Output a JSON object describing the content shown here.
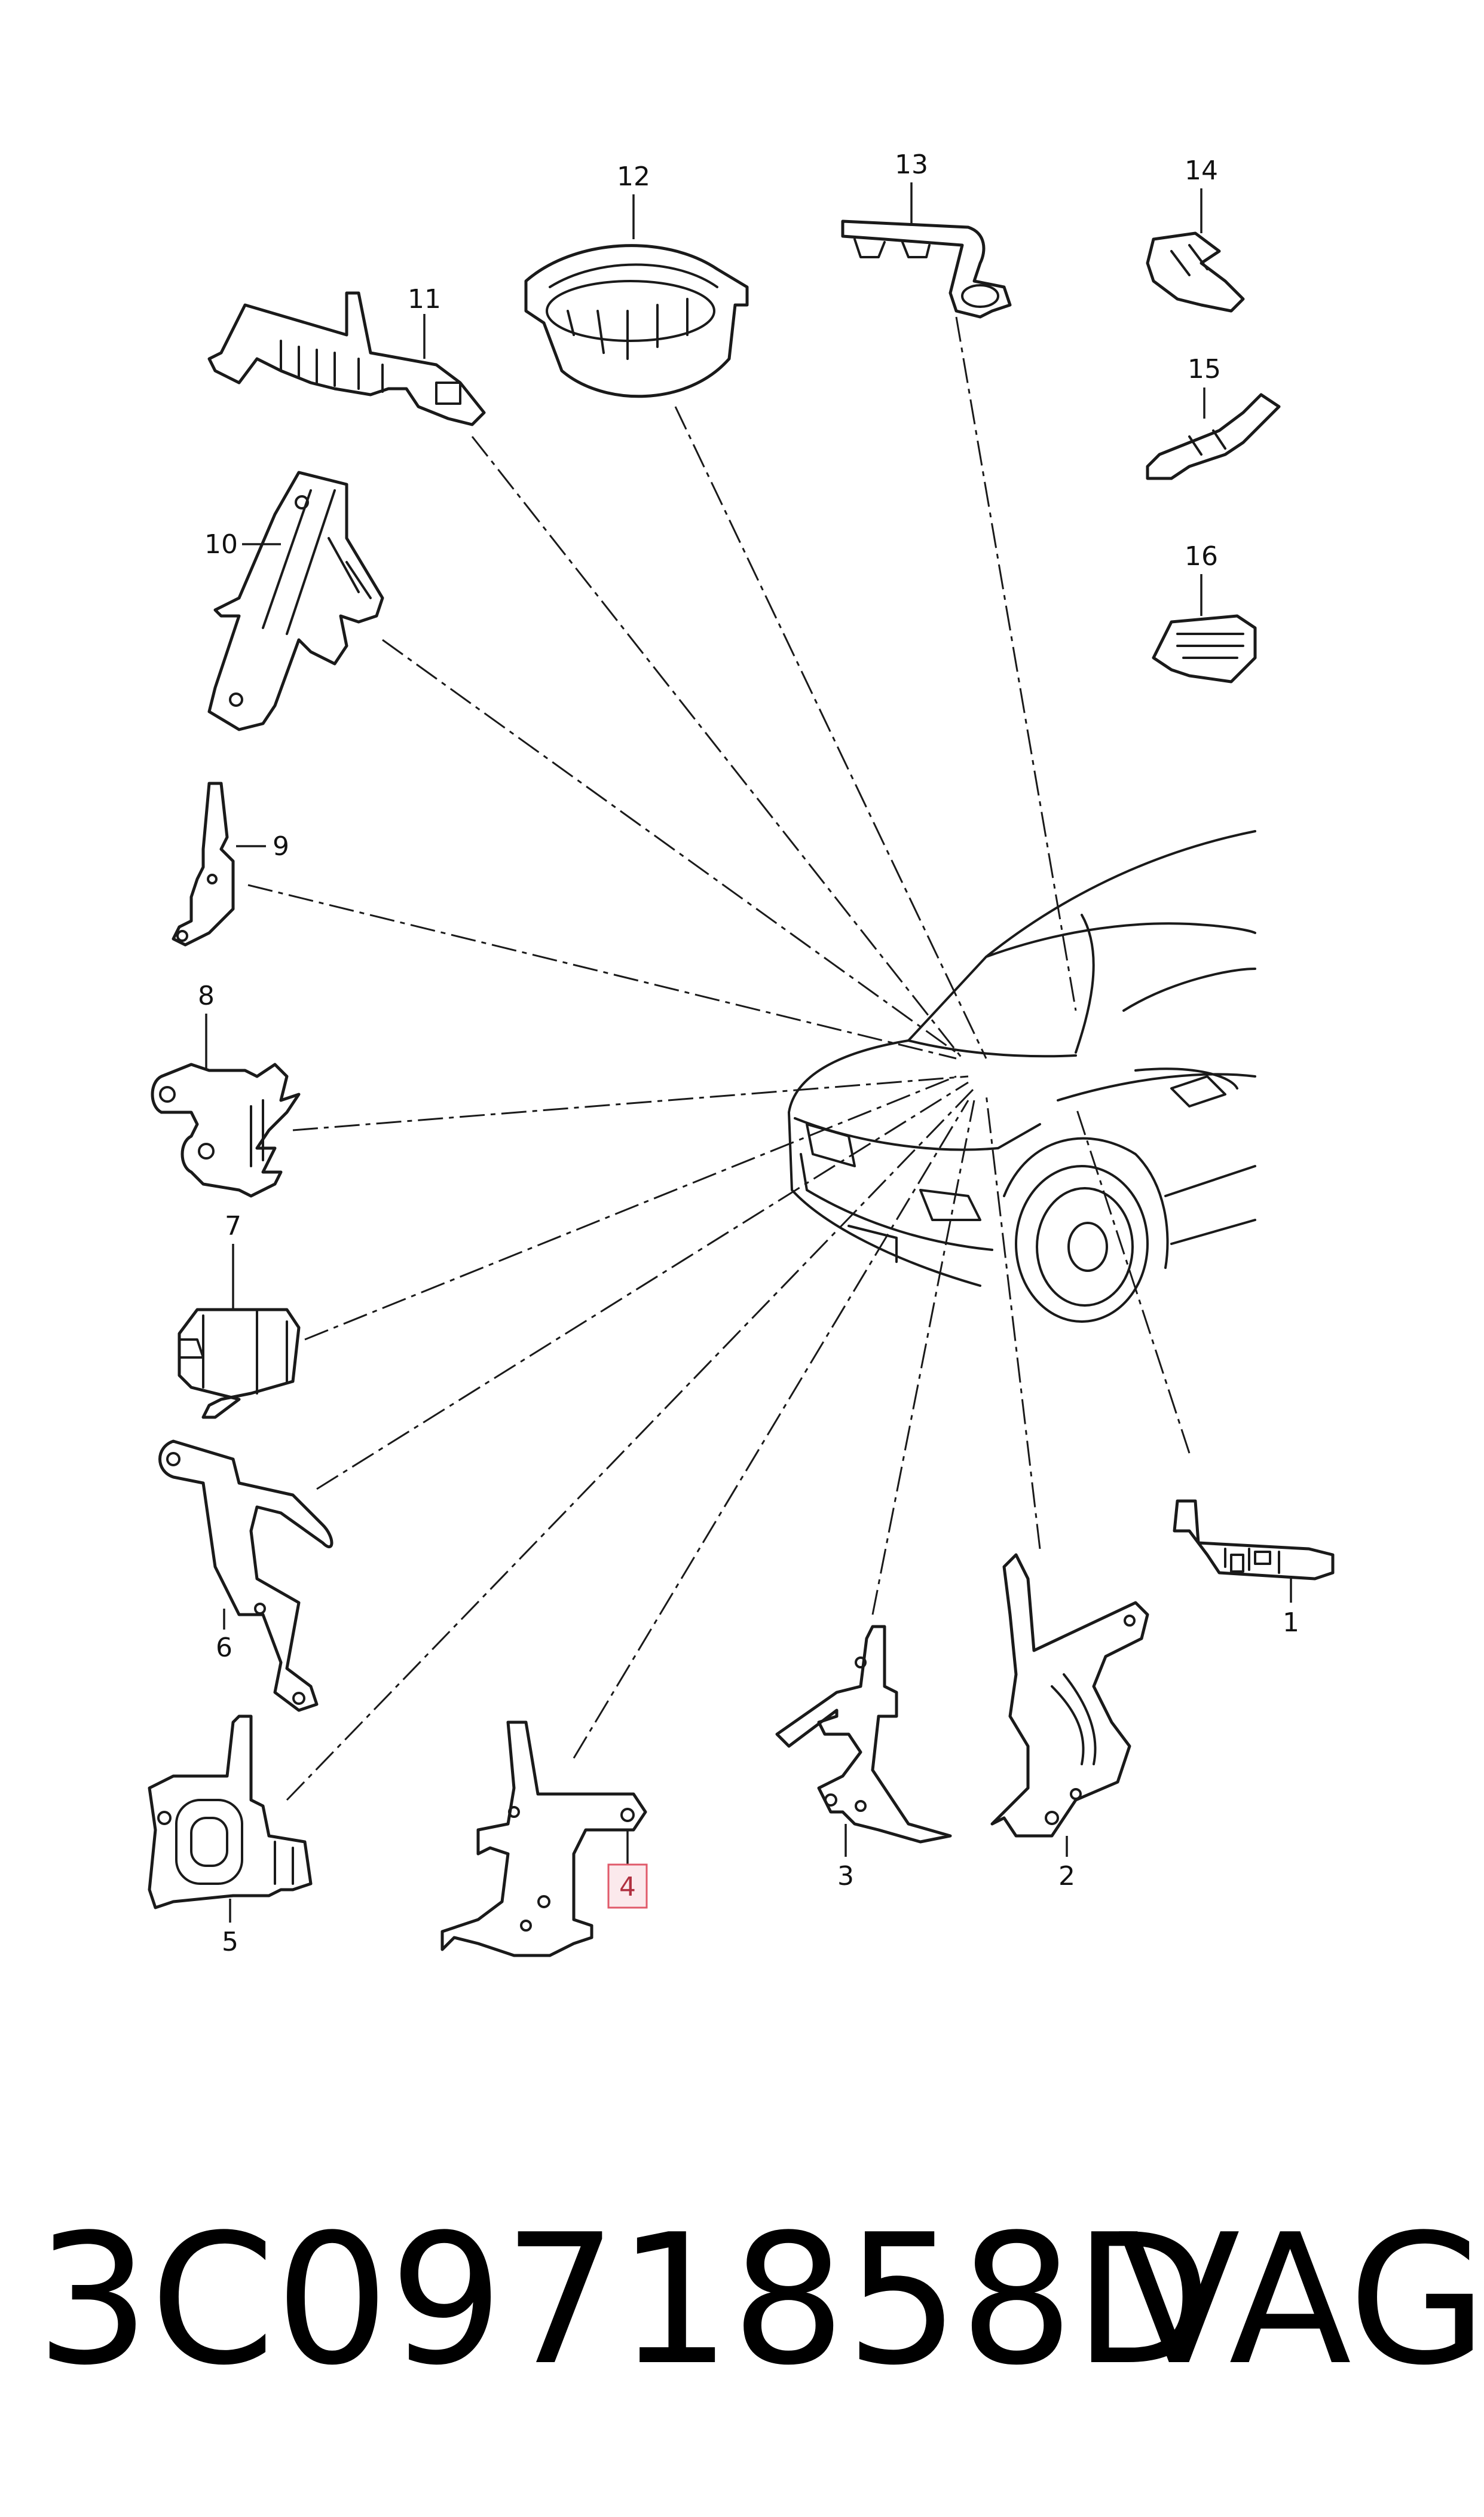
{
  "labels": {
    "p1": "1",
    "p2": "2",
    "p3": "3",
    "p4": "4",
    "p5": "5",
    "p6": "6",
    "p7": "7",
    "p8": "8",
    "p9": "9",
    "p10": "10",
    "p11": "11",
    "p12": "12",
    "p13": "13",
    "p14": "14",
    "p15": "15",
    "p16": "16"
  },
  "highlighted_part": "4",
  "highlight_color": "#e05a6a",
  "footer": {
    "part_number": "3C0971858D",
    "brand": "VAG"
  }
}
